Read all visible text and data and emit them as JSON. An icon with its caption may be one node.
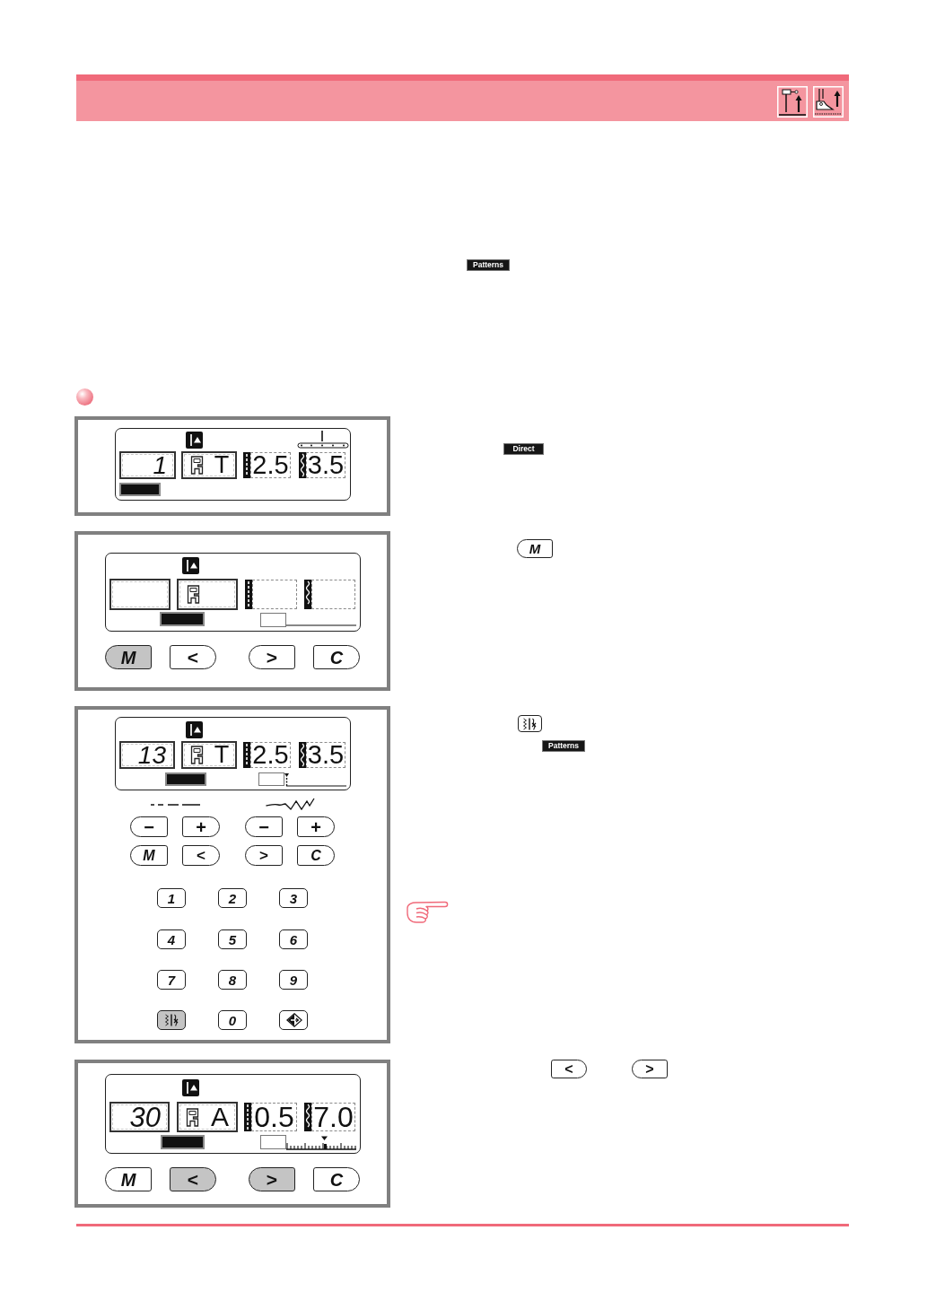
{
  "diagram": {
    "labels": [
      "Patterns",
      "1",
      "T",
      "2.5",
      "3.5",
      "Direct",
      "M",
      "<",
      ">",
      "C",
      "M",
      "13",
      "T",
      "2.5",
      "3.5",
      "−",
      "+",
      "−",
      "+",
      "M",
      "<",
      ">",
      "C",
      "1",
      "2",
      "3",
      "4",
      "5",
      "6",
      "7",
      "8",
      "9",
      "0",
      "Patterns",
      "30",
      "A",
      "0.5",
      "7.0",
      "M",
      "<",
      ">",
      "C",
      "<",
      ">"
    ]
  }
}
